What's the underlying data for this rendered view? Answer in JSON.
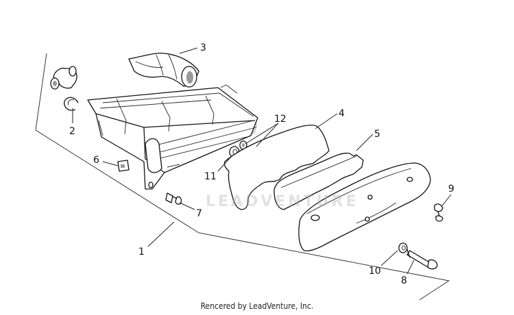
{
  "callouts": {
    "c1": "1",
    "c2": "2",
    "c3": "3",
    "c4": "4",
    "c5": "5",
    "c6": "6",
    "c7": "7",
    "c8": "8",
    "c9": "9",
    "c10": "10",
    "c11": "11",
    "c12": "12"
  },
  "watermark": "LEADVENTURE",
  "credit": "Rencered by LeadVenture, Inc."
}
